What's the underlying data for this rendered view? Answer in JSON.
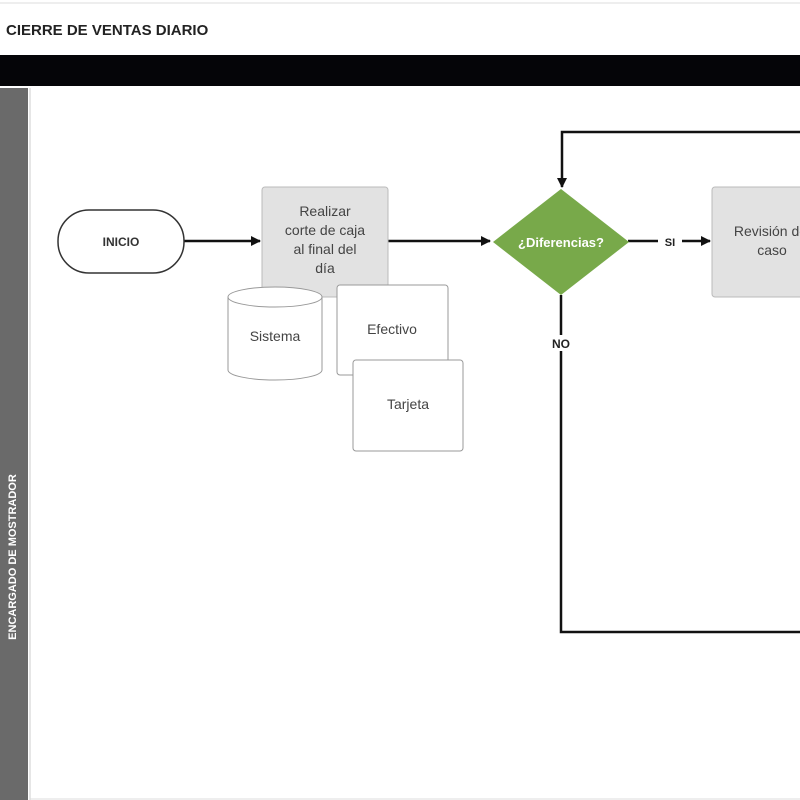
{
  "title": "CIERRE DE VENTAS DIARIO",
  "lane": "ENCARGADO DE MOSTRADOR",
  "nodes": {
    "start": "INICIO",
    "process_lines": [
      "Realizar",
      "corte de caja",
      "al final del",
      "día"
    ],
    "decision": "¿Diferencias?",
    "review_lines": [
      "Revisión del",
      "caso"
    ],
    "sistema": "Sistema",
    "efectivo": "Efectivo",
    "tarjeta": "Tarjeta"
  },
  "edges": {
    "yes": "SI",
    "no": "NO"
  },
  "colors": {
    "decision": "#78a94a",
    "process": "#e2e2e2",
    "header_bar": "#050508",
    "lane_bar": "#6a6a6a"
  }
}
